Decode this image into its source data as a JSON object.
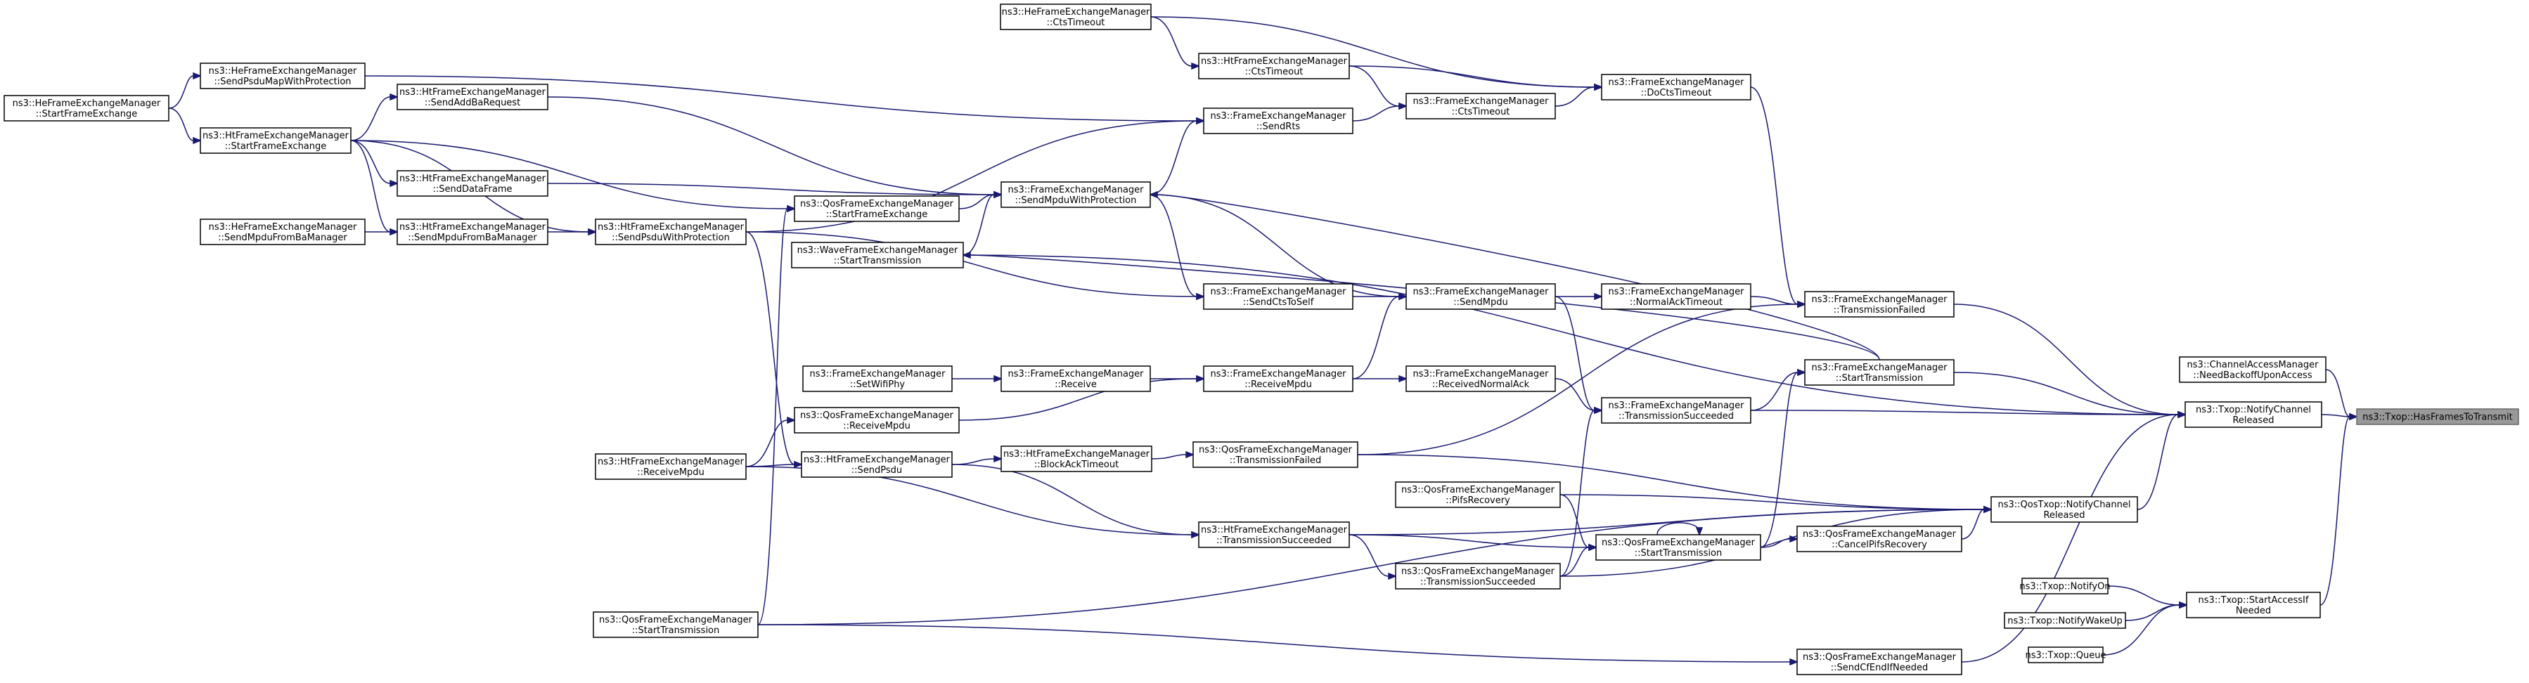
{
  "colors": {
    "edge": "#191970",
    "node_border": "#000000",
    "node_fill": "#ffffff",
    "root_fill": "#999999",
    "root_border": "#666666"
  },
  "nodes": [
    {
      "id": "root",
      "lines": [
        "ns3::Txop::HasFramesToTransmit"
      ],
      "root": true
    },
    {
      "id": "ChAccessNeedBackoff",
      "lines": [
        "ns3::ChannelAccessManager",
        "::NeedBackoffUponAccess"
      ]
    },
    {
      "id": "TxopNotifyChannelReleased",
      "lines": [
        "ns3::Txop::NotifyChannel",
        "Released"
      ]
    },
    {
      "id": "TxopStartAccessIfNeeded",
      "lines": [
        "ns3::Txop::StartAccessIf",
        "Needed"
      ]
    },
    {
      "id": "TxopNotifyOn",
      "lines": [
        "ns3::Txop::NotifyOn"
      ]
    },
    {
      "id": "TxopNotifyWakeUp",
      "lines": [
        "ns3::Txop::NotifyWakeUp"
      ]
    },
    {
      "id": "TxopQueue",
      "lines": [
        "ns3::Txop::Queue"
      ]
    },
    {
      "id": "FemTransmissionFailed",
      "lines": [
        "ns3::FrameExchangeManager",
        "::TransmissionFailed"
      ]
    },
    {
      "id": "FemStartTransmission",
      "lines": [
        "ns3::FrameExchangeManager",
        "::StartTransmission"
      ]
    },
    {
      "id": "FemTransmissionSucceeded",
      "lines": [
        "ns3::FrameExchangeManager",
        "::TransmissionSucceeded"
      ]
    },
    {
      "id": "QosTxopNotifyChannelReleased",
      "lines": [
        "ns3::QosTxop::NotifyChannel",
        "Released"
      ]
    },
    {
      "id": "QosFemCancelPifsRecovery",
      "lines": [
        "ns3::QosFrameExchangeManager",
        "::CancelPifsRecovery"
      ]
    },
    {
      "id": "QosFemSendCfEndIfNeeded",
      "lines": [
        "ns3::QosFrameExchangeManager",
        "::SendCfEndIfNeeded"
      ]
    },
    {
      "id": "FemDoCtsTimeout",
      "lines": [
        "ns3::FrameExchangeManager",
        "::DoCtsTimeout"
      ]
    },
    {
      "id": "FemNormalAckTimeout",
      "lines": [
        "ns3::FrameExchangeManager",
        "::NormalAckTimeout"
      ]
    },
    {
      "id": "FemReceivedNormalAck",
      "lines": [
        "ns3::FrameExchangeManager",
        "::ReceivedNormalAck"
      ]
    },
    {
      "id": "QosFemStartTransmission2",
      "lines": [
        "ns3::QosFrameExchangeManager",
        "::StartTransmission"
      ]
    },
    {
      "id": "QosFemPifsRecovery",
      "lines": [
        "ns3::QosFrameExchangeManager",
        "::PifsRecovery"
      ]
    },
    {
      "id": "QosFemTransmissionSucceeded",
      "lines": [
        "ns3::QosFrameExchangeManager",
        "::TransmissionSucceeded"
      ]
    },
    {
      "id": "HeFemCtsTimeout",
      "lines": [
        "ns3::HeFrameExchangeManager",
        "::CtsTimeout"
      ]
    },
    {
      "id": "HtFemCtsTimeout",
      "lines": [
        "ns3::HtFrameExchangeManager",
        "::CtsTimeout"
      ]
    },
    {
      "id": "FemCtsTimeout",
      "lines": [
        "ns3::FrameExchangeManager",
        "::CtsTimeout"
      ]
    },
    {
      "id": "FemSendMpdu",
      "lines": [
        "ns3::FrameExchangeManager",
        "::SendMpdu"
      ]
    },
    {
      "id": "FemSendRts",
      "lines": [
        "ns3::FrameExchangeManager",
        "::SendRts"
      ]
    },
    {
      "id": "FemSendCtsToSelf",
      "lines": [
        "ns3::FrameExchangeManager",
        "::SendCtsToSelf"
      ]
    },
    {
      "id": "FemReceiveMpdu",
      "lines": [
        "ns3::FrameExchangeManager",
        "::ReceiveMpdu"
      ]
    },
    {
      "id": "QosFemTransmissionFailed",
      "lines": [
        "ns3::QosFrameExchangeManager",
        "::TransmissionFailed"
      ]
    },
    {
      "id": "HtFemTransmissionSucceeded",
      "lines": [
        "ns3::HtFrameExchangeManager",
        "::TransmissionSucceeded"
      ]
    },
    {
      "id": "FemSendMpduWithProtection",
      "lines": [
        "ns3::FrameExchangeManager",
        "::SendMpduWithProtection"
      ]
    },
    {
      "id": "FemReceive",
      "lines": [
        "ns3::FrameExchangeManager",
        "::Receive"
      ]
    },
    {
      "id": "HtFemBlockAckTimeout",
      "lines": [
        "ns3::HtFrameExchangeManager",
        "::BlockAckTimeout"
      ]
    },
    {
      "id": "FemSetWifiPhy",
      "lines": [
        "ns3::FrameExchangeManager",
        "::SetWifiPhy"
      ]
    },
    {
      "id": "QosFemStartFrameExchange",
      "lines": [
        "ns3::QosFrameExchangeManager",
        "::StartFrameExchange"
      ]
    },
    {
      "id": "WaveFemStartTransmission",
      "lines": [
        "ns3::WaveFrameExchangeManager",
        "::StartTransmission"
      ]
    },
    {
      "id": "QosFemReceiveMpdu",
      "lines": [
        "ns3::QosFrameExchangeManager",
        "::ReceiveMpdu"
      ]
    },
    {
      "id": "HtFemSendPsdu",
      "lines": [
        "ns3::HtFrameExchangeManager",
        "::SendPsdu"
      ]
    },
    {
      "id": "HtFemSendAddBaRequest",
      "lines": [
        "ns3::HtFrameExchangeManager",
        "::SendAddBaRequest"
      ]
    },
    {
      "id": "HtFemSendDataFrame",
      "lines": [
        "ns3::HtFrameExchangeManager",
        "::SendDataFrame"
      ]
    },
    {
      "id": "HtFemSendMpduFromBaManager",
      "lines": [
        "ns3::HtFrameExchangeManager",
        "::SendMpduFromBaManager"
      ]
    },
    {
      "id": "HtFemSendPsduWithProtection",
      "lines": [
        "ns3::HtFrameExchangeManager",
        "::SendPsduWithProtection"
      ]
    },
    {
      "id": "HeFemSendPsduMapWithProtection",
      "lines": [
        "ns3::HeFrameExchangeManager",
        "::SendPsduMapWithProtection"
      ]
    },
    {
      "id": "HtFemStartFrameExchange",
      "lines": [
        "ns3::HtFrameExchangeManager",
        "::StartFrameExchange"
      ]
    },
    {
      "id": "HeFemSendMpduFromBaManager",
      "lines": [
        "ns3::HeFrameExchangeManager",
        "::SendMpduFromBaManager"
      ]
    },
    {
      "id": "HtFemReceiveMpdu",
      "lines": [
        "ns3::HtFrameExchangeManager",
        "::ReceiveMpdu"
      ]
    },
    {
      "id": "QosFemStartTransmission",
      "lines": [
        "ns3::QosFrameExchangeManager",
        "::StartTransmission"
      ]
    },
    {
      "id": "HeFemStartFrameExchange",
      "lines": [
        "ns3::HeFrameExchangeManager",
        "::StartFrameExchange"
      ]
    }
  ],
  "edges": [
    [
      "ChAccessNeedBackoff",
      "root"
    ],
    [
      "TxopNotifyChannelReleased",
      "root"
    ],
    [
      "TxopStartAccessIfNeeded",
      "root"
    ],
    [
      "TxopNotifyOn",
      "TxopStartAccessIfNeeded"
    ],
    [
      "TxopNotifyWakeUp",
      "TxopStartAccessIfNeeded"
    ],
    [
      "TxopQueue",
      "TxopStartAccessIfNeeded"
    ],
    [
      "FemTransmissionFailed",
      "TxopNotifyChannelReleased"
    ],
    [
      "FemStartTransmission",
      "TxopNotifyChannelReleased"
    ],
    [
      "FemTransmissionSucceeded",
      "TxopNotifyChannelReleased"
    ],
    [
      "QosTxopNotifyChannelReleased",
      "TxopNotifyChannelReleased"
    ],
    [
      "QosFemSendCfEndIfNeeded",
      "TxopNotifyChannelReleased"
    ],
    [
      "WaveFemStartTransmission",
      "TxopNotifyChannelReleased"
    ],
    [
      "FemDoCtsTimeout",
      "FemTransmissionFailed"
    ],
    [
      "FemNormalAckTimeout",
      "FemTransmissionFailed"
    ],
    [
      "QosFemTransmissionFailed",
      "FemTransmissionFailed"
    ],
    [
      "QosFemStartTransmission2",
      "FemStartTransmission"
    ],
    [
      "FemTransmissionSucceeded",
      "FemStartTransmission"
    ],
    [
      "FemReceivedNormalAck",
      "FemTransmissionSucceeded"
    ],
    [
      "FemSendMpdu",
      "FemTransmissionSucceeded"
    ],
    [
      "QosFemTransmissionSucceeded",
      "FemTransmissionSucceeded"
    ],
    [
      "QosFemTransmissionFailed",
      "QosTxopNotifyChannelReleased"
    ],
    [
      "QosFemPifsRecovery",
      "QosTxopNotifyChannelReleased"
    ],
    [
      "QosFemCancelPifsRecovery",
      "QosTxopNotifyChannelReleased"
    ],
    [
      "HtFemTransmissionSucceeded",
      "QosTxopNotifyChannelReleased"
    ],
    [
      "QosFemTransmissionSucceeded",
      "QosTxopNotifyChannelReleased"
    ],
    [
      "QosFemStartTransmission",
      "QosTxopNotifyChannelReleased"
    ],
    [
      "QosFemStartTransmission2",
      "QosFemCancelPifsRecovery"
    ],
    [
      "QosFemStartTransmission",
      "QosFemSendCfEndIfNeeded"
    ],
    [
      "QosFemStartTransmission2",
      "QosFemStartTransmission2"
    ],
    [
      "QosFemPifsRecovery",
      "QosFemStartTransmission2"
    ],
    [
      "HtFemTransmissionSucceeded",
      "QosFemStartTransmission2"
    ],
    [
      "QosFemTransmissionSucceeded",
      "QosFemStartTransmission2"
    ],
    [
      "HtFemTransmissionSucceeded",
      "QosFemTransmissionSucceeded"
    ],
    [
      "HtFemBlockAckTimeout",
      "QosFemTransmissionFailed"
    ],
    [
      "HtFemSendPsdu",
      "HtFemBlockAckTimeout"
    ],
    [
      "HtFemSendPsdu",
      "HtFemTransmissionSucceeded"
    ],
    [
      "HtFemReceiveMpdu",
      "HtFemTransmissionSucceeded"
    ],
    [
      "FemCtsTimeout",
      "FemDoCtsTimeout"
    ],
    [
      "HtFemCtsTimeout",
      "FemDoCtsTimeout"
    ],
    [
      "HeFemCtsTimeout",
      "FemDoCtsTimeout"
    ],
    [
      "HeFemCtsTimeout",
      "HtFemCtsTimeout"
    ],
    [
      "HtFemCtsTimeout",
      "FemCtsTimeout"
    ],
    [
      "FemSendRts",
      "FemCtsTimeout"
    ],
    [
      "FemSendMpdu",
      "FemNormalAckTimeout"
    ],
    [
      "FemSendMpduWithProtection",
      "FemSendMpdu"
    ],
    [
      "FemSendCtsToSelf",
      "FemSendMpdu"
    ],
    [
      "FemReceiveMpdu",
      "FemSendMpdu"
    ],
    [
      "FemReceiveMpdu",
      "FemReceivedNormalAck"
    ],
    [
      "FemReceive",
      "FemReceiveMpdu"
    ],
    [
      "QosFemReceiveMpdu",
      "FemReceiveMpdu"
    ],
    [
      "FemSetWifiPhy",
      "FemReceive"
    ],
    [
      "FemSendMpduWithProtection",
      "FemSendRts"
    ],
    [
      "HtFemSendPsduWithProtection",
      "FemSendRts"
    ],
    [
      "FemSendMpduWithProtection",
      "FemSendCtsToSelf"
    ],
    [
      "HtFemSendPsduWithProtection",
      "FemSendCtsToSelf"
    ],
    [
      "QosFemStartFrameExchange",
      "FemSendMpduWithProtection"
    ],
    [
      "HtFemSendDataFrame",
      "FemSendMpduWithProtection"
    ],
    [
      "HtFemSendAddBaRequest",
      "FemSendMpduWithProtection"
    ],
    [
      "WaveFemStartTransmission",
      "FemSendMpduWithProtection"
    ],
    [
      "FemStartTransmission",
      "FemSendMpduWithProtection"
    ],
    [
      "HtFemStartFrameExchange",
      "QosFemStartFrameExchange"
    ],
    [
      "QosFemStartTransmission",
      "QosFemStartFrameExchange"
    ],
    [
      "FemStartTransmission",
      "WaveFemStartTransmission"
    ],
    [
      "HtFemReceiveMpdu",
      "QosFemReceiveMpdu"
    ],
    [
      "HtFemReceiveMpdu",
      "HtFemSendPsdu"
    ],
    [
      "HtFemSendPsduWithProtection",
      "HtFemSendPsdu"
    ],
    [
      "HtFemStartFrameExchange",
      "HtFemSendAddBaRequest"
    ],
    [
      "HtFemStartFrameExchange",
      "HtFemSendDataFrame"
    ],
    [
      "HtFemSendMpduFromBaManager",
      "HtFemSendPsduWithProtection"
    ],
    [
      "HtFemStartFrameExchange",
      "HtFemSendPsduWithProtection"
    ],
    [
      "HeFemSendMpduFromBaManager",
      "HtFemSendMpduFromBaManager"
    ],
    [
      "HtFemStartFrameExchange",
      "HtFemSendMpduFromBaManager"
    ],
    [
      "HeFemStartFrameExchange",
      "HeFemSendPsduMapWithProtection"
    ],
    [
      "HeFemStartFrameExchange",
      "HtFemStartFrameExchange"
    ],
    [
      "HeFemSendPsduMapWithProtection",
      "FemSendRts"
    ]
  ]
}
